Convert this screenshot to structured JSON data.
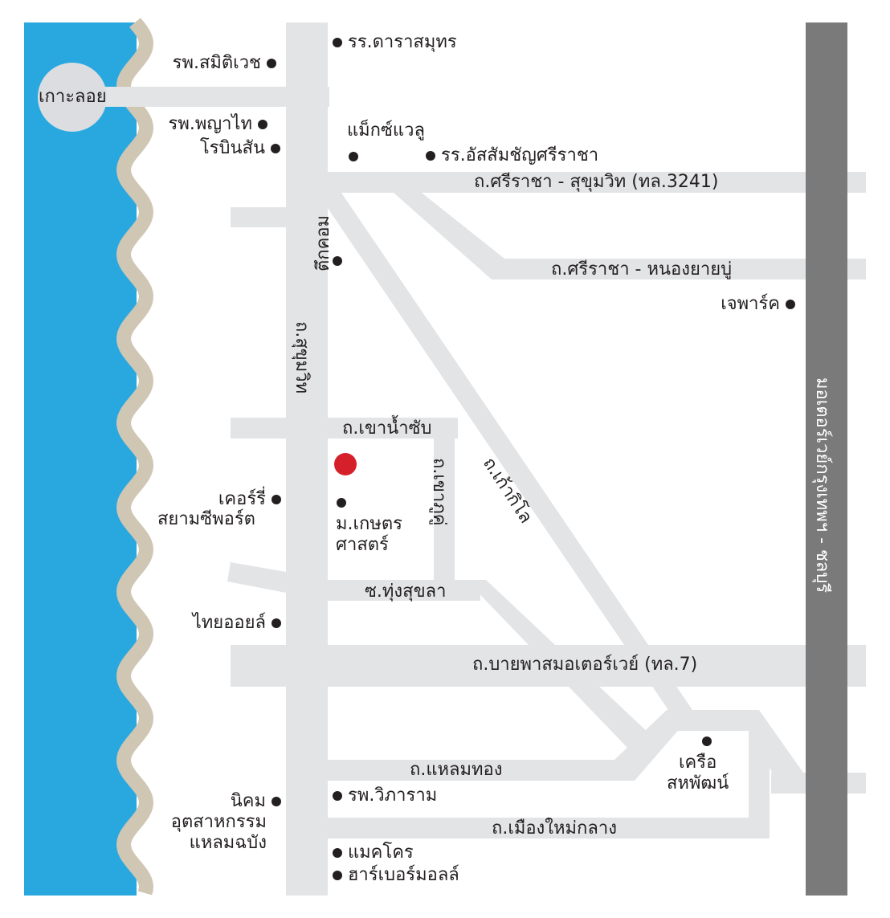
{
  "colors": {
    "sea": "#29a8e0",
    "shore": "#cfc6b4",
    "road": "#e3e4e6",
    "motorway": "#7a7a7a",
    "target": "#d5202a"
  },
  "island": "เกาะลอย",
  "roads": {
    "sukhumvit": "ถ.สุขุมวิท",
    "sriracha_sukhumvit": "ถ.ศรีราชา - สุขุมวิท (ทล.3241)",
    "sriracha_nongyaibu": "ถ.ศรีราชา - หนองยายบู่",
    "khao_nam_sap": "ถ.เขาน้ำซับ",
    "khao_phu_khu": "ถ.เขาภูคู่",
    "kao_kilo": "ถ.เก้ากิโล",
    "thung_sukhla": "ซ.ทุ่งสุขลา",
    "bypass": "ถ.บายพาสมอเตอร์เวย์ (ทล.7)",
    "laem_thong": "ถ.แหลมทอง",
    "mueang_mai_klang": "ถ.เมืองใหม่กลาง",
    "motorway": "มอเตอร์เวย์กรุงเทพฯ - ชลบุรี"
  },
  "places": {
    "samitivej": "รพ.สมิติเวช",
    "phyathai": "รพ.พญาไท",
    "robinson": "โรบินสัน",
    "dara_samut": "รร.ดาราสมุทร",
    "max_value": "แม็กซ์แวลู",
    "assumption": "รร.อัสสัมชัญศรีราชา",
    "tuek_com": "ตึกคอม",
    "j_park": "เจพาร์ค",
    "curry": "เคอร์รี่",
    "siam_seaport": "สยามซีพอร์ต",
    "ku_1": "ม.เกษตร",
    "ku_2": "ศาสตร์",
    "thai_oil": "ไทยออยล์",
    "kruea_1": "เครือ",
    "kruea_2": "สหพัฒน์",
    "nikhom_1": "นิคม",
    "nikhom_2": "อุตสาหกรรม",
    "nikhom_3": "แหลมฉบัง",
    "vibharam": "รพ.วิภาราม",
    "makro": "แมคโคร",
    "harbor_mall": "ฮาร์เบอร์มอลล์"
  }
}
